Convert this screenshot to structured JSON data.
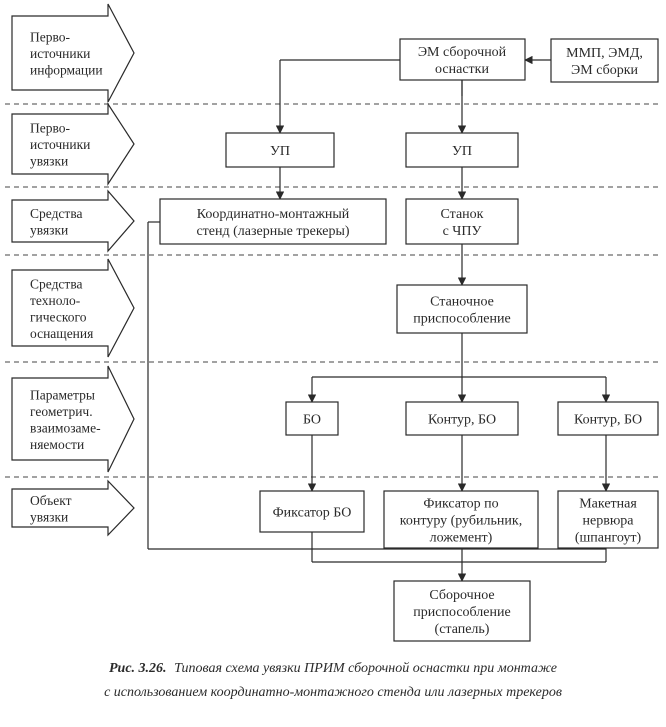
{
  "levels": [
    {
      "id": "lvl-primary-info",
      "lines": [
        "Перво-",
        "источники",
        "информации"
      ]
    },
    {
      "id": "lvl-primary-link",
      "lines": [
        "Перво-",
        "источники",
        "увязки"
      ]
    },
    {
      "id": "lvl-link-means",
      "lines": [
        "Средства",
        "увязки"
      ]
    },
    {
      "id": "lvl-tech-means",
      "lines": [
        "Средства",
        "техноло-",
        "гического",
        "оснащения"
      ]
    },
    {
      "id": "lvl-geom-params",
      "lines": [
        "Параметры",
        "геометрич.",
        "взаимозаме-",
        "няемости"
      ]
    },
    {
      "id": "lvl-link-object",
      "lines": [
        "Объект",
        "увязки"
      ]
    }
  ],
  "nodes": [
    {
      "id": "em-assembly-tooling",
      "lines": [
        "ЭМ сборочной",
        "оснастки"
      ]
    },
    {
      "id": "mmp-emd-em",
      "lines": [
        "ММП, ЭМД,",
        "ЭМ сборки"
      ]
    },
    {
      "id": "up-left",
      "lines": [
        "УП"
      ]
    },
    {
      "id": "up-right",
      "lines": [
        "УП"
      ]
    },
    {
      "id": "coordinate-stand",
      "lines": [
        "Координатно-монтажный",
        "стенд (лазерные трекеры)"
      ]
    },
    {
      "id": "cnc-machine",
      "lines": [
        "Станок",
        "с ЧПУ"
      ]
    },
    {
      "id": "machine-fixture",
      "lines": [
        "Станочное",
        "приспособление"
      ]
    },
    {
      "id": "bo",
      "lines": [
        "БО"
      ]
    },
    {
      "id": "contour-bo-1",
      "lines": [
        "Контур, БО"
      ]
    },
    {
      "id": "contour-bo-2",
      "lines": [
        "Контур, БО"
      ]
    },
    {
      "id": "bo-fixator",
      "lines": [
        "Фиксатор БО"
      ]
    },
    {
      "id": "contour-fixator",
      "lines": [
        "Фиксатор по",
        "контуру (рубильник,",
        "ложемент)"
      ]
    },
    {
      "id": "mock-rib",
      "lines": [
        "Макетная",
        "нервюра",
        "(шпангоут)"
      ]
    },
    {
      "id": "assembly-fixture",
      "lines": [
        "Сборочное",
        "приспособление",
        "(стапель)"
      ]
    }
  ],
  "caption": {
    "label": "Рис. 3.26.",
    "line1": "Типовая схема увязки ПРИМ сборочной оснастки при монтаже",
    "line2": "с использованием координатно-монтажного стенда или лазерных трекеров"
  }
}
